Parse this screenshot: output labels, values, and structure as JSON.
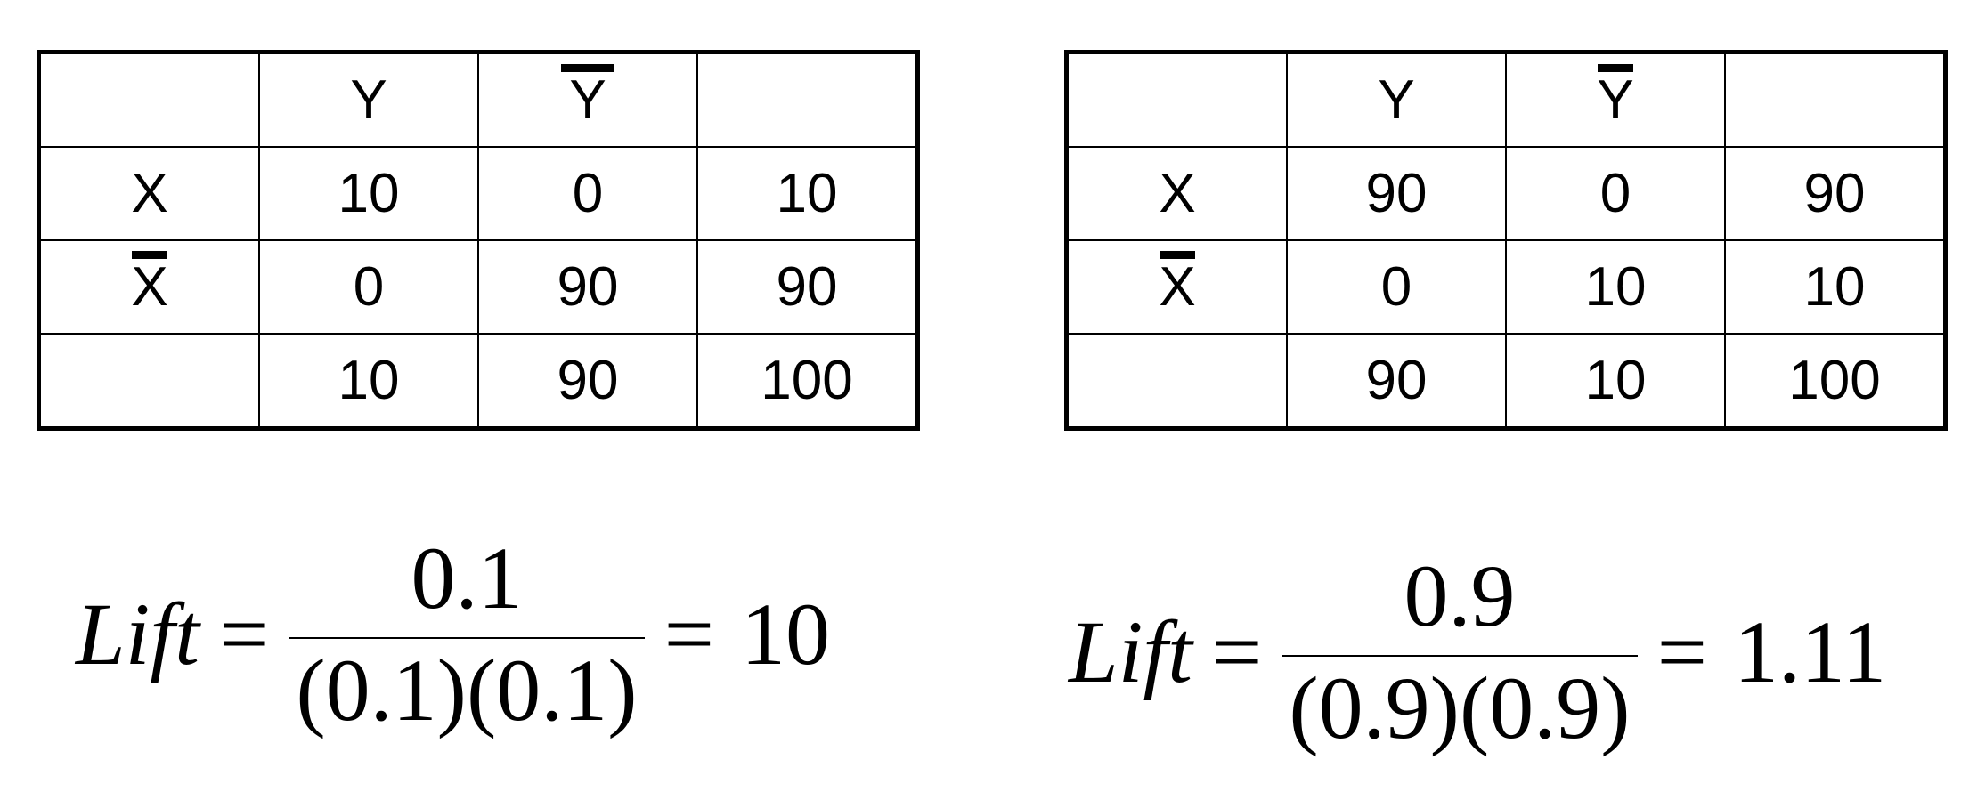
{
  "tables": [
    {
      "col_headers": [
        "",
        "Y",
        "Y",
        ""
      ],
      "rows": [
        [
          "X",
          "10",
          "0",
          "10"
        ],
        [
          "X",
          "0",
          "90",
          "90"
        ],
        [
          "",
          "10",
          "90",
          "100"
        ]
      ]
    },
    {
      "col_headers": [
        "",
        "Y",
        "Y",
        ""
      ],
      "rows": [
        [
          "X",
          "90",
          "0",
          "90"
        ],
        [
          "X",
          "0",
          "10",
          "10"
        ],
        [
          "",
          "90",
          "10",
          "100"
        ]
      ]
    }
  ],
  "formulas": [
    {
      "lhs": "Lift",
      "eq": "=",
      "numerator": "0.1",
      "denominator": "(0.1)(0.1)",
      "result": "10"
    },
    {
      "lhs": "Lift",
      "eq": "=",
      "numerator": "0.9",
      "denominator": "(0.9)(0.9)",
      "result": "1.11"
    }
  ]
}
